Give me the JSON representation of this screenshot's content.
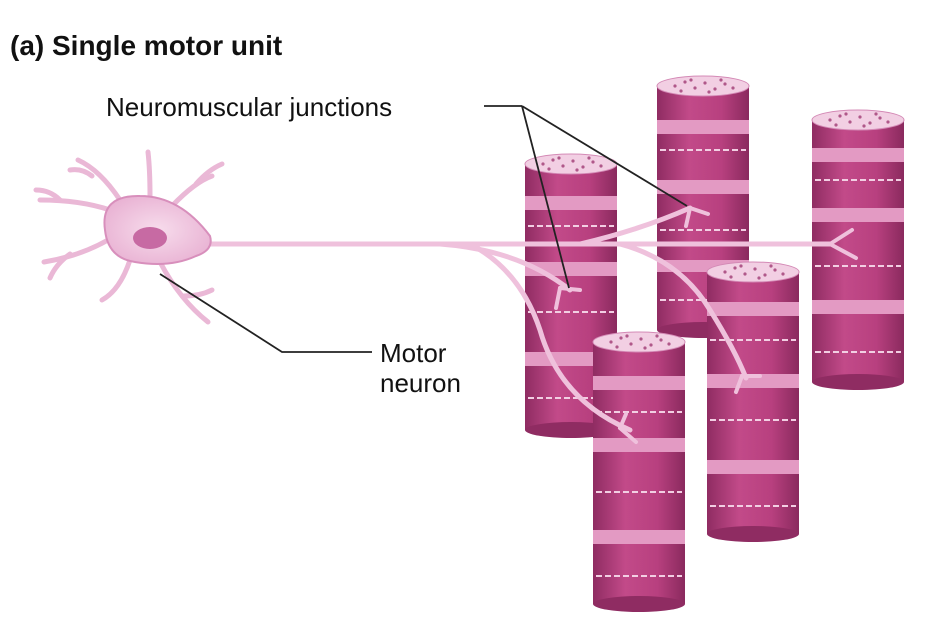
{
  "title": "(a) Single motor unit",
  "labels": {
    "neuromuscular_junctions": "Neuromuscular junctions",
    "motor_neuron_line1": "Motor",
    "motor_neuron_line2": "neuron"
  },
  "colors": {
    "fiber_body": "#b8407f",
    "fiber_dark": "#8f2c62",
    "fiber_light": "#e39ac3",
    "fiber_top": "#f2cfe3",
    "neuron": "#f0c4de",
    "neuron_edge": "#d88fbc",
    "nucleus": "#c76aa3",
    "leader": "#222222"
  }
}
